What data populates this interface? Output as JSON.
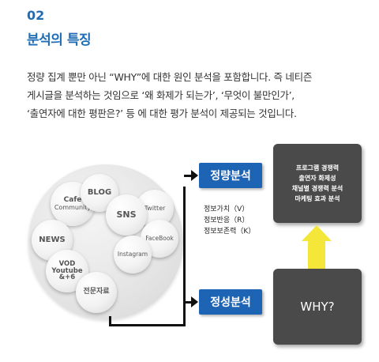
{
  "section": {
    "number": "02",
    "title": "분석의 특징"
  },
  "intro_lines": [
    "정량 집계 뿐만 아닌 “WHY”에 대한 원인 분석을 포함합니다. 즉 네티즌",
    "게시글을 분석하는 것임으로 ‘왜 화제가 되는가’, ‘무엇이 불만인가’,",
    "‘출연자에 대한 평판은?’ 등 에 대한 평가 분석이 제공되는 것입니다."
  ],
  "sources": {
    "cafe": "Cafe",
    "community": "Community",
    "blog": "BLOG",
    "twitter": "Twitter",
    "sns": "SNS",
    "news": "NEWS",
    "facebook": "FaceBook",
    "instagram": "Instagram",
    "vod1": "VOD",
    "vod2": "Youtube",
    "vod3": "&+6",
    "expert": "전문자료"
  },
  "quant_label": "정량분석",
  "qual_label": "정성분석",
  "metrics": [
    "정보가치（V）",
    "정보반응（R）",
    "정보보존력（K）"
  ],
  "quant_results": [
    "프로그램 경쟁력",
    "출연자 화제성",
    "채널별 경쟁력 분석",
    "마케팅 효과 분석"
  ],
  "why_label": "WHY?",
  "colors": {
    "accent_blue": "#1e64b4",
    "title_blue": "#1f6db5",
    "dark_box": "#4a4a4a",
    "arrow_yellow": "#f5e63a"
  }
}
